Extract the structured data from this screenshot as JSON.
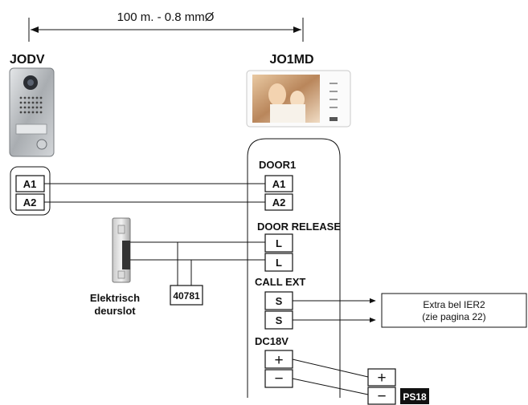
{
  "dimension": {
    "label": "100 m. - 0.8 mmØ"
  },
  "outdoor_unit": {
    "title": "JODV",
    "terminals": [
      "A1",
      "A2"
    ]
  },
  "monitor": {
    "title": "JO1MD",
    "door1": {
      "label": "DOOR1",
      "terminals": [
        "A1",
        "A2"
      ]
    },
    "door_release": {
      "label": "DOOR RELEASE",
      "terminals": [
        "L",
        "L"
      ]
    },
    "call_ext": {
      "label": "CALL EXT",
      "terminals": [
        "S",
        "S"
      ]
    },
    "dc18v": {
      "label": "DC18V",
      "terminals": [
        "+",
        "−"
      ]
    }
  },
  "lock": {
    "caption_line1": "Elektrisch",
    "caption_line2": "deurslot"
  },
  "diode": {
    "label": "40781"
  },
  "extra_bell": {
    "line1": "Extra bel IER2",
    "line2": "(zie pagina 22)"
  },
  "power_supply": {
    "terminals": [
      "+",
      "−"
    ],
    "badge": "PS18"
  },
  "colors": {
    "line": "#111111",
    "badge_bg": "#111111",
    "badge_text": "#ffffff"
  }
}
